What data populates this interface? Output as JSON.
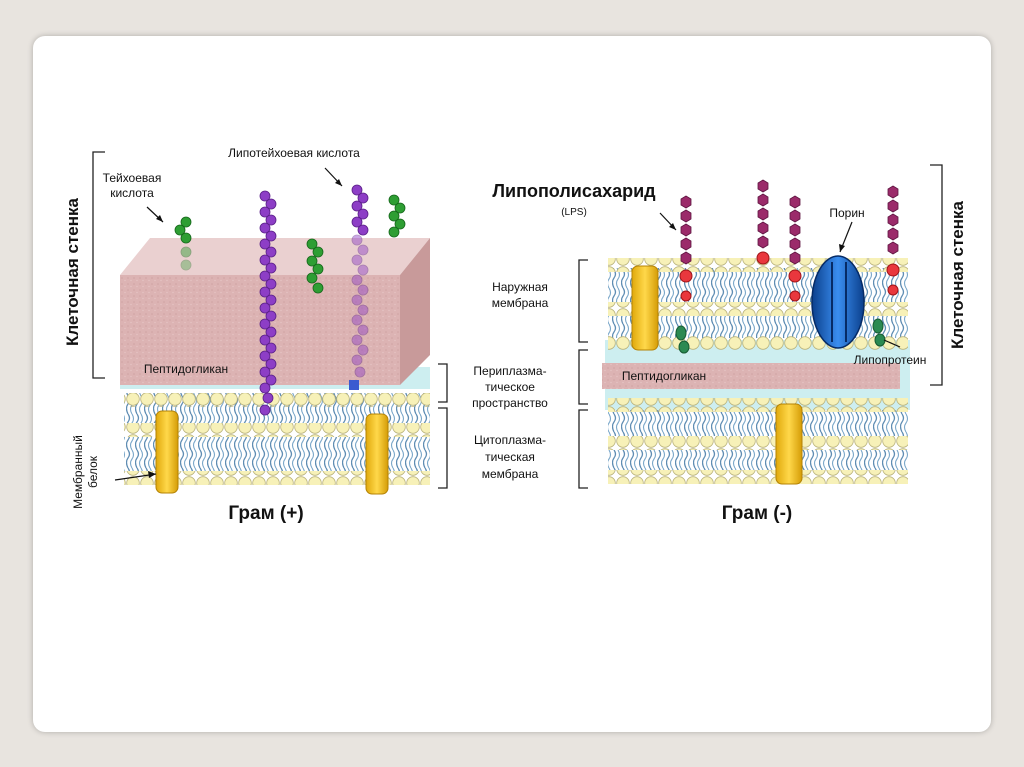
{
  "labels": {
    "cell_wall": "Клеточная стенка",
    "teichoic_acid_line1": "Тейхоевая",
    "teichoic_acid_line2": "кислота",
    "lipoteichoic_acid": "Липотейхоевая кислота",
    "peptidoglycan_left": "Пептидогликан",
    "membrane_protein_line1": "Мембранный",
    "membrane_protein_line2": "белок",
    "gram_positive": "Грам (+)",
    "lipopolysaccharide": "Липополисахарид",
    "lps": "(LPS)",
    "outer_membrane_line1": "Наружная",
    "outer_membrane_line2": "мембрана",
    "periplasmic_line1": "Периплазма-",
    "periplasmic_line2": "тическое",
    "periplasmic_line3": "пространство",
    "cytoplasmic_line1": "Цитоплазма-",
    "cytoplasmic_line2": "тическая",
    "cytoplasmic_line3": "мембрана",
    "peptidoglycan_right": "Пептидогликан",
    "porin": "Порин",
    "lipoprotein": "Липопротеин",
    "gram_negative": "Грам (-)"
  },
  "colors": {
    "peptidoglycan": "#dcb5b5",
    "lipid_head": "#f7f1b8",
    "lipid_tail": "#6a93b5",
    "periplasm": "#cdeef0",
    "protein": "#f2c21f",
    "teichoic": "#2e9e33",
    "lipoteichoic": "#8d3ec6",
    "lps_chain": "#9b2b6a",
    "lps_core": "#e9373d",
    "porin": "#1a62c6",
    "lipoprotein": "#2b8a52"
  }
}
